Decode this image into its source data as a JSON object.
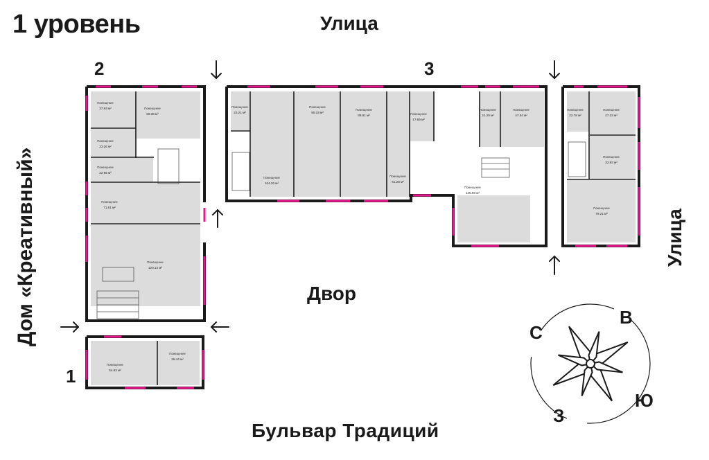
{
  "title": "1 уровень",
  "labels": {
    "street_top": "Улица",
    "street_right": "Улица",
    "left_building": "Дом «Креативный»",
    "courtyard": "Двор",
    "boulevard": "Бульвар Традиций"
  },
  "entrances": {
    "one": "1",
    "two": "2",
    "three": "3"
  },
  "compass": {
    "north": "С",
    "east": "В",
    "south": "Ю",
    "west": "З"
  },
  "rooms": [
    {
      "title": "Помещение",
      "area": "37.93 м²"
    },
    {
      "title": "Помещение",
      "area": "59.38 м²"
    },
    {
      "title": "Помещение",
      "area": "23.26 м²"
    },
    {
      "title": "Помещение",
      "area": "22.95 м²"
    },
    {
      "title": "Помещение",
      "area": "71.61 м²"
    },
    {
      "title": "Помещение",
      "area": "120.12 м²"
    },
    {
      "title": "Помещение",
      "area": "54.83 м²"
    },
    {
      "title": "Помещение",
      "area": "26.44 м²"
    },
    {
      "title": "Помещение",
      "area": "22.21 м²"
    },
    {
      "title": "Помещение",
      "area": "104.30 м²"
    },
    {
      "title": "Помещение",
      "area": "90.33 м²"
    },
    {
      "title": "Помещение",
      "area": "88.81 м²"
    },
    {
      "title": "Помещение",
      "area": "61.28 м²"
    },
    {
      "title": "Помещение",
      "area": "17.69 м²"
    },
    {
      "title": "Помещение",
      "area": "145.90 м²"
    },
    {
      "title": "Помещение",
      "area": "21.29 м²"
    },
    {
      "title": "Помещение",
      "area": "47.54 м²"
    },
    {
      "title": "Помещение",
      "area": "22.78 м²"
    },
    {
      "title": "Помещение",
      "area": "27.23 м²"
    },
    {
      "title": "Помещение",
      "area": "32.93 м²"
    },
    {
      "title": "Помещение",
      "area": "79.21 м²"
    }
  ],
  "colors": {
    "wall": "#1a1a1a",
    "window": "#e8168c",
    "room_fill": "#dcdcdc",
    "background": "#ffffff"
  }
}
